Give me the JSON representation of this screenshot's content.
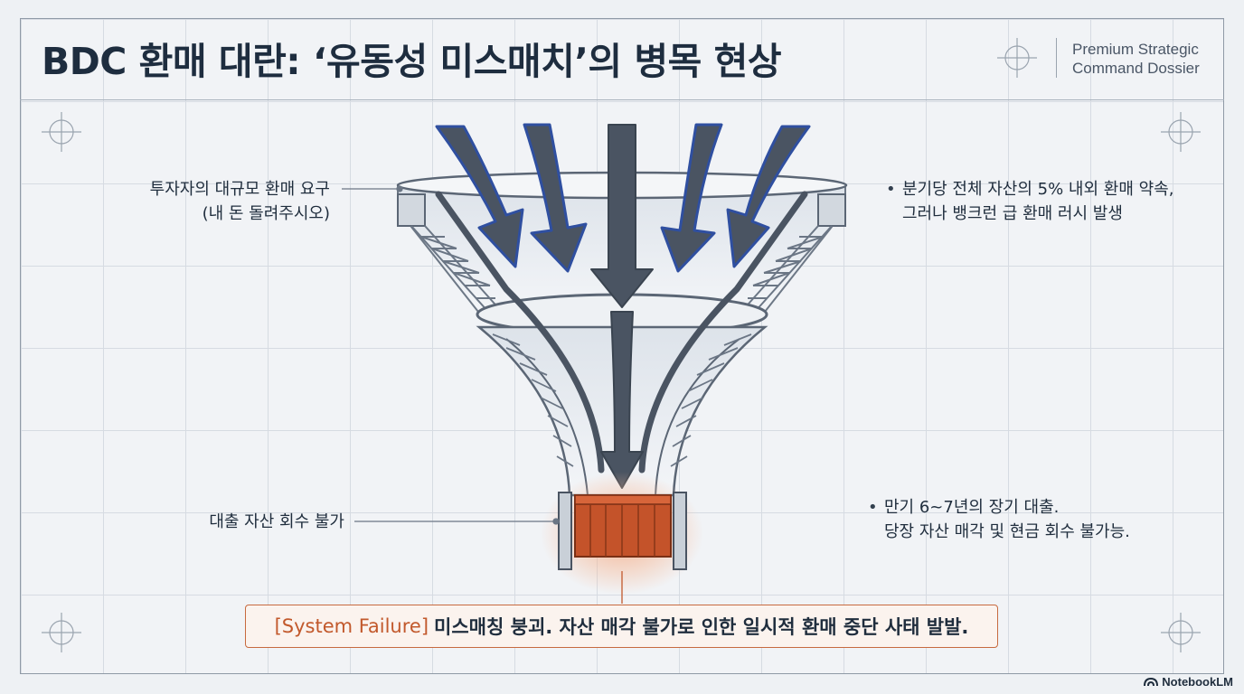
{
  "header": {
    "title": "BDC 환매 대란: ‘유동성 미스매치’의 병목 현상",
    "tagline_line1": "Premium Strategic",
    "tagline_line2": "Command Dossier"
  },
  "labels": {
    "investor_demand_line1": "투자자의 대규모 환매 요구",
    "investor_demand_line2": "(내 돈 돌려주시오)",
    "quarterly_limit_line1": "분기당 전체 자산의 5% 내외 환매 약속,",
    "quarterly_limit_line2": "그러나 뱅크런 급 환매 러시 발생",
    "loan_unrecoverable": "대출 자산 회수 불가",
    "maturity_line1": "만기 6~7년의 장기 대출.",
    "maturity_line2": "당장 자산 매각 및 현금 회수 불가능."
  },
  "callout": {
    "tag": "[System Failure]",
    "text": "미스매칭 붕괴. 자산 매각 불가로 인한 일시적 환매 중단 사태 발발."
  },
  "brand": {
    "name": "NotebookLM"
  },
  "colors": {
    "arrow_fill": "#4a5462",
    "arrow_edge": "#2f4fa0",
    "crate": "#c4532a",
    "crate_glow": "#f0a680",
    "accent": "#c2592c"
  }
}
